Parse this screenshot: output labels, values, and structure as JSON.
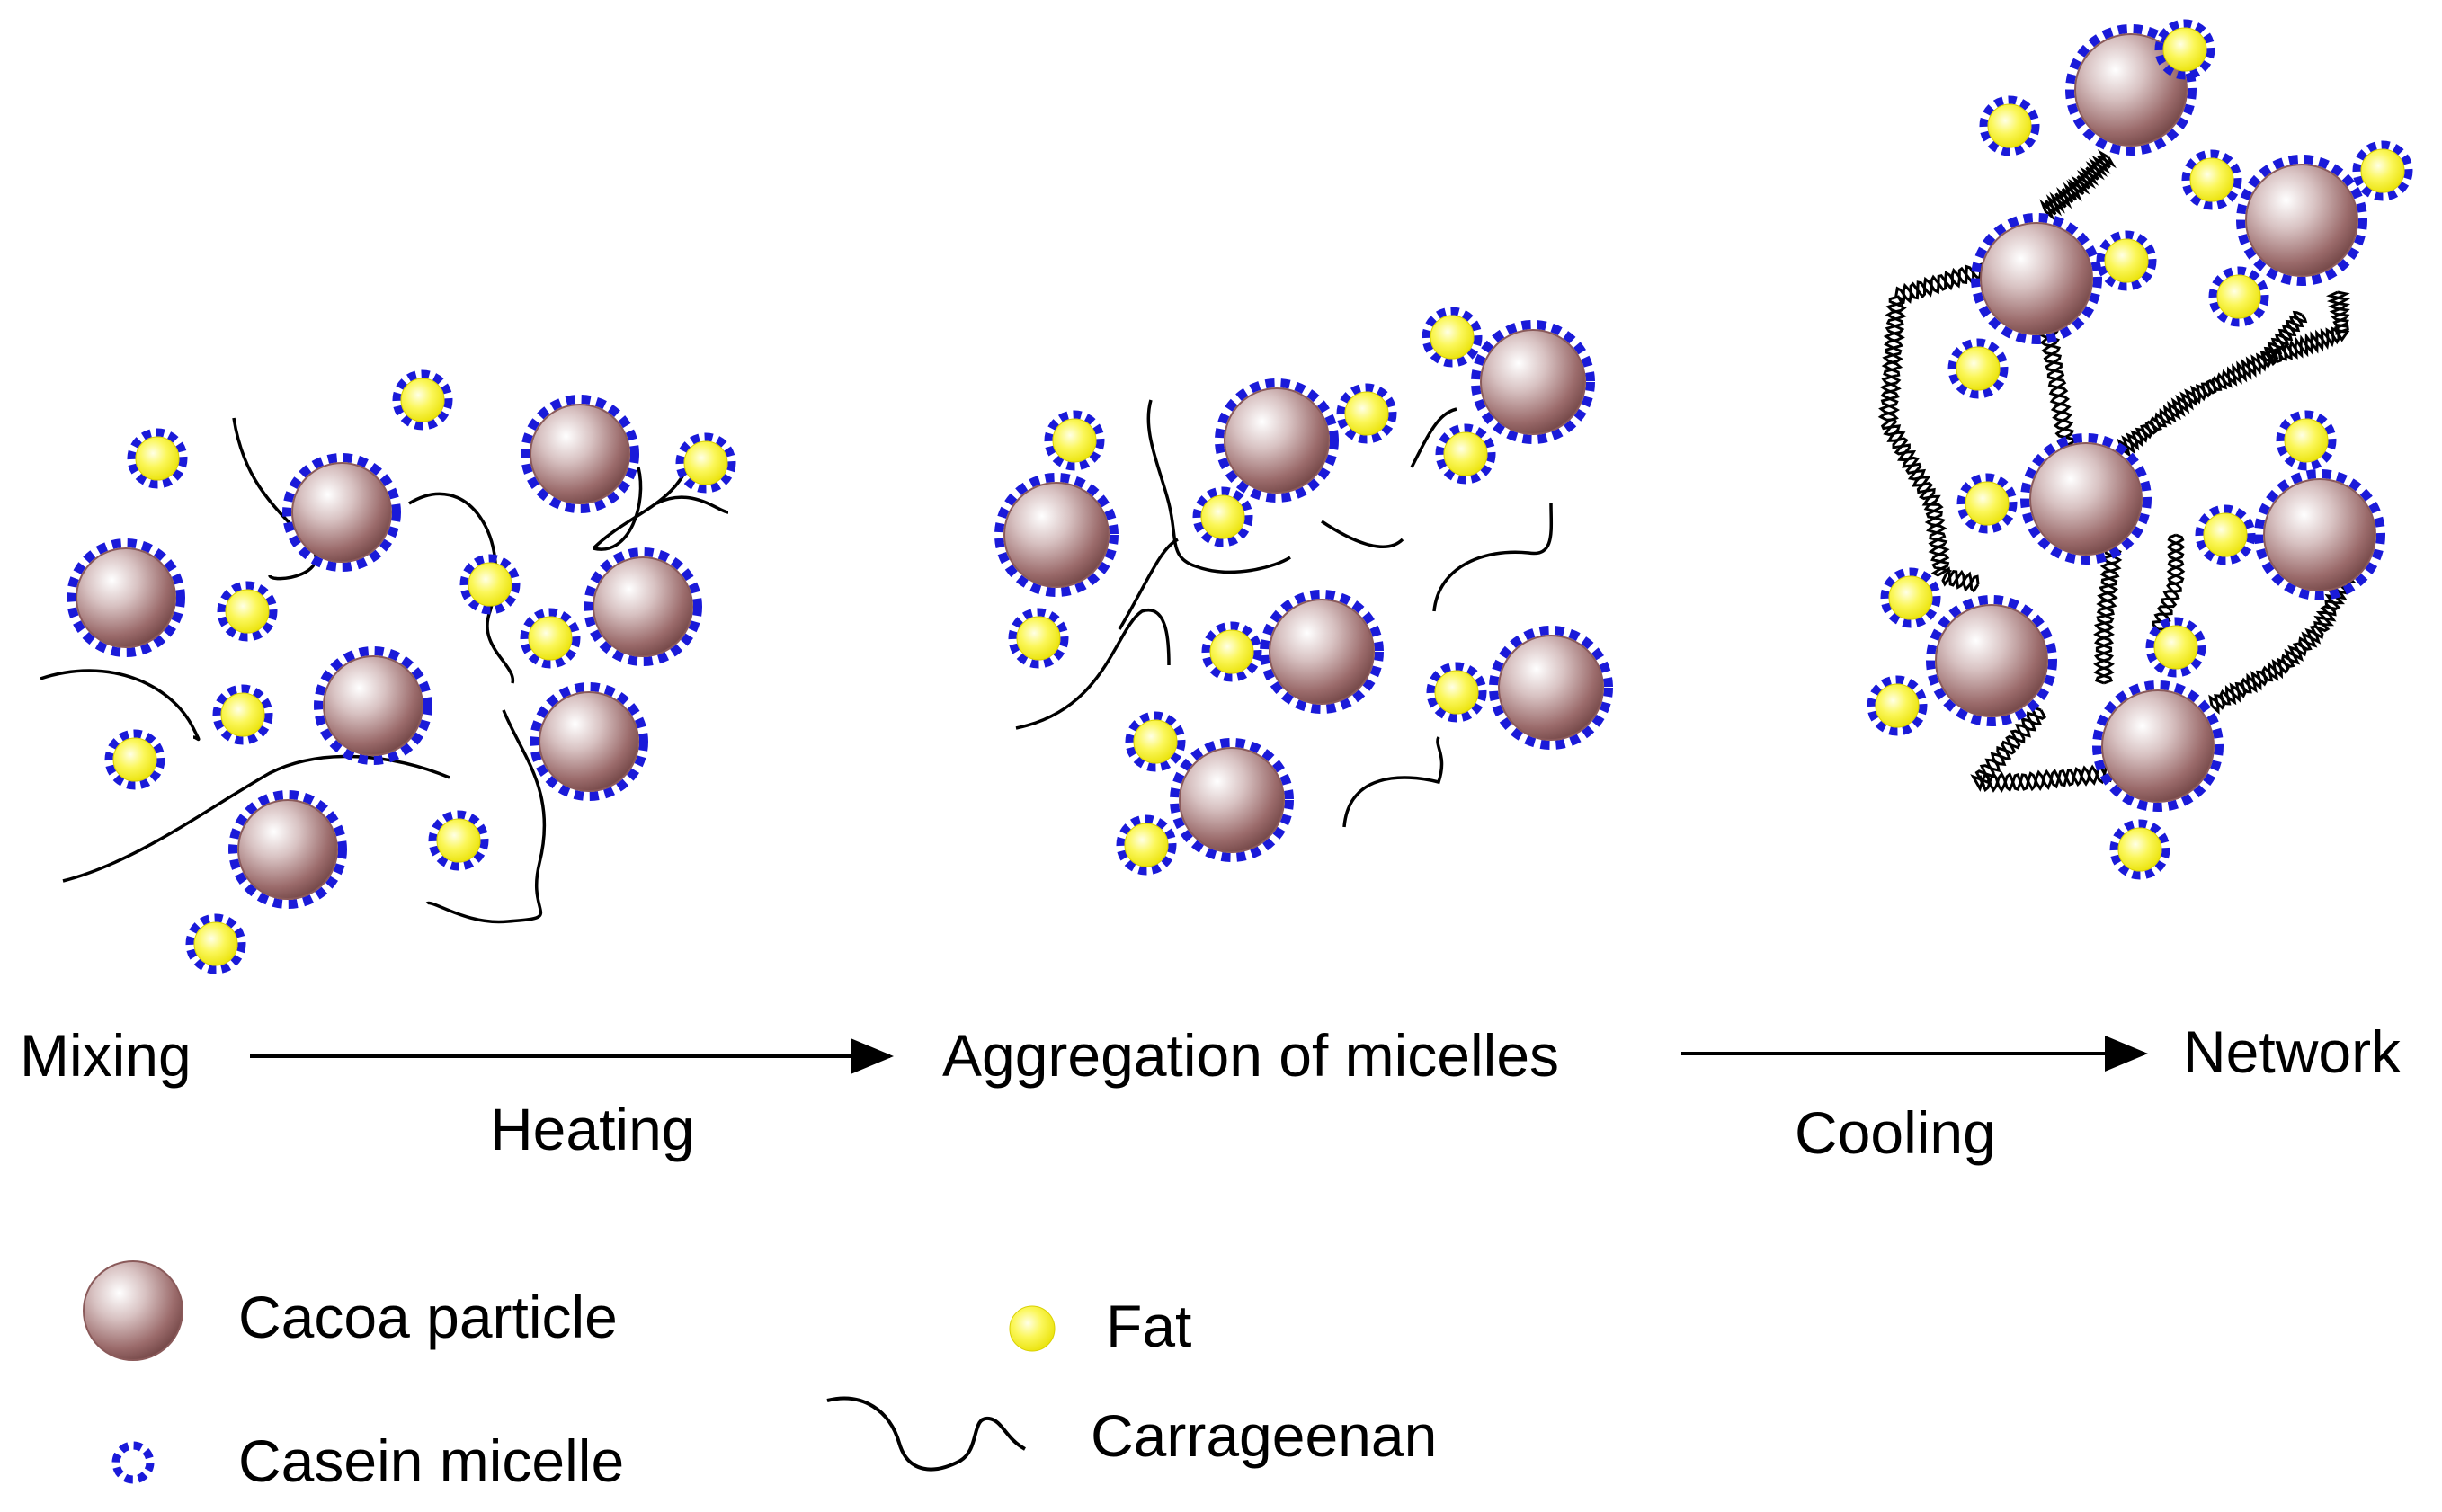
{
  "stages": {
    "mixing": "Mixing",
    "aggregation": "Aggregation of micelles",
    "network": "Network"
  },
  "processes": {
    "heating": "Heating",
    "cooling": "Cooling"
  },
  "legend": {
    "cocoa_particle": "Cacoa particle",
    "casein_micelle": "Casein micelle",
    "fat": "Fat",
    "carrageenan": "Carrageenan"
  },
  "colors": {
    "cocoa_particle": "#8a5a5a",
    "casein_micelle": "#1a1ad9",
    "fat": "#f2ef1a",
    "carrageenan": "#000000"
  }
}
